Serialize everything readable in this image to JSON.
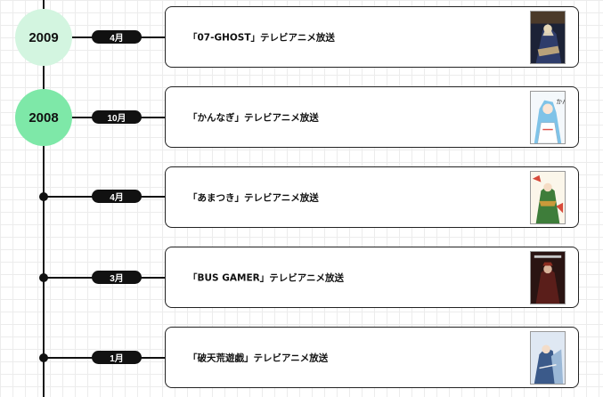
{
  "timeline": {
    "entries": [
      {
        "year": "2009",
        "month": "4月",
        "event": "「07-GHOST」テレビアニメ放送",
        "cover": "07-ghost-cover"
      },
      {
        "year": "2008",
        "month": "10月",
        "event": "「かんなぎ」テレビアニメ放送",
        "cover": "kannagi-cover",
        "cover_title": "かんなぎ"
      },
      {
        "month": "4月",
        "event": "「あまつき」テレビアニメ放送",
        "cover": "amatsuki-cover"
      },
      {
        "month": "3月",
        "event": "「BUS GAMER」テレビアニメ放送",
        "cover": "bus-gamer-cover"
      },
      {
        "month": "1月",
        "event": "「破天荒遊戯」テレビアニメ放送",
        "cover": "hatenkou-yuugi-cover"
      }
    ]
  },
  "colors": {
    "year_2009_circle": "#d3f5e0",
    "year_2008_circle": "#7ee8a8",
    "line": "#111111",
    "pill_bg": "#111111",
    "pill_text": "#ffffff"
  }
}
